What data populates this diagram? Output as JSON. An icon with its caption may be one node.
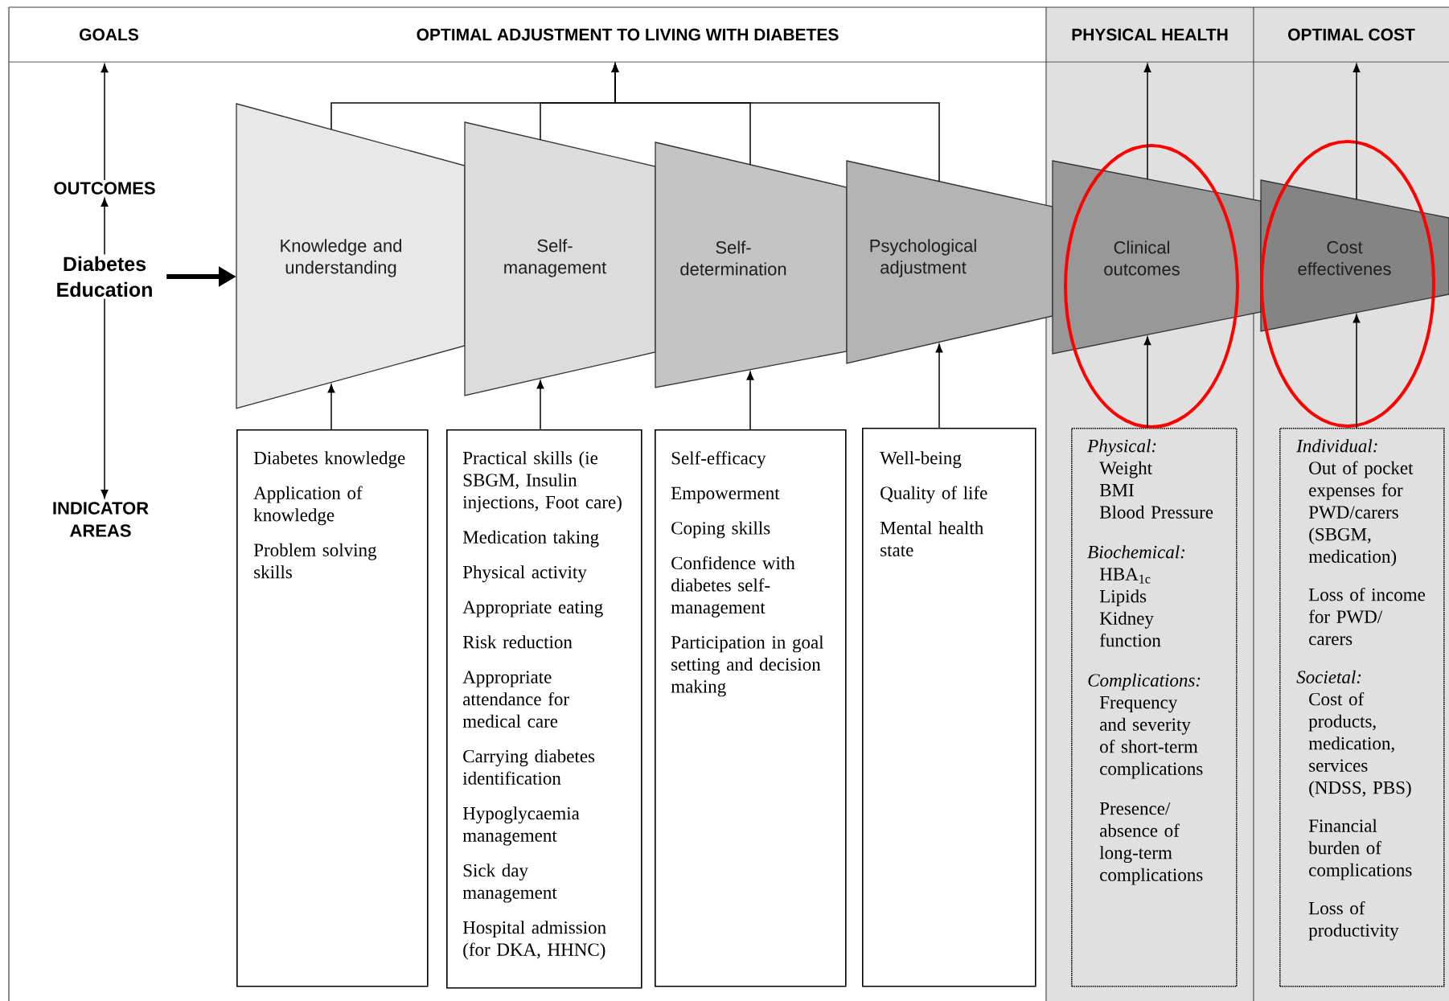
{
  "diagram": {
    "nodes": [
      {
        "text": [
          "GOALS"
        ]
      },
      {
        "text": [
          "OPTIMAL ADJUSTMENT TO LIVING WITH DIABETES"
        ]
      },
      {
        "text": [
          "PHYSICAL HEALTH"
        ]
      },
      {
        "text": [
          "OPTIMAL COST"
        ]
      },
      {
        "text": [
          "OUTCOMES"
        ]
      },
      {
        "text": [
          "Diabetes Education"
        ]
      },
      {
        "text": [
          "INDICATOR AREAS"
        ]
      },
      {
        "text": [
          "Knowledge and understanding"
        ]
      },
      {
        "text": [
          "Self-management"
        ]
      },
      {
        "text": [
          "Self-determination"
        ]
      },
      {
        "text": [
          "Psychological adjustment"
        ]
      },
      {
        "text": [
          "Clinical outcomes"
        ]
      },
      {
        "text": [
          "Cost effectivenes"
        ]
      },
      {
        "text": [
          "Diabetes knowledge",
          "Application of knowledge",
          "Problem solving skills"
        ]
      },
      {
        "text": [
          "Practical skills (ie SBGM, Insulin injections, Foot care)",
          "Medication taking",
          "Physical activity",
          "Appropriate eating",
          "Risk reduction",
          "Appropriate attendance for medical care",
          "Carrying diabetes identification",
          "Hypoglycaemia management",
          "Sick day management",
          "Hospital admission (for DKA, HHNC)"
        ]
      },
      {
        "text": [
          "Self-efficacy",
          "Empowerment",
          "Coping skills",
          "Confidence with diabetes self-management",
          "Participation in goal setting and decision making"
        ]
      },
      {
        "text": [
          "Well-being",
          "Quality of life",
          "Mental health state"
        ]
      },
      {
        "text": [
          "Physical:",
          "Weight",
          "BMI",
          "Blood Pressure",
          "Biochemical:",
          "HBA$_{1c}$",
          "Lipids",
          "Kidney function",
          "Complications:",
          "Frequency and severity of short-term complications",
          "Presence/ absence of long-term complications"
        ]
      },
      {
        "text": [
          "Individual:",
          "Out of pocket expenses for PWD/carers (SBGM, medication)",
          "Loss of income for PWD/ carers",
          "Societal:",
          "Cost of products, medication, services (NDSS, PBS)",
          "Financial burden of complications",
          "Loss of productivity"
        ]
      }
    ],
    "edges": [
      {
        "from": 5,
        "to": 7,
        "arrow": "to",
        "style": "thick"
      },
      {
        "from": 5,
        "to": 4,
        "arrow": "to"
      },
      {
        "from": 4,
        "to": 0,
        "arrow": "to"
      },
      {
        "from": 5,
        "to": 6,
        "arrow": "to"
      },
      {
        "from": 7,
        "to": 1,
        "arrow": "to"
      },
      {
        "from": 8,
        "to": 1,
        "arrow": "to"
      },
      {
        "from": 9,
        "to": 1,
        "arrow": "to"
      },
      {
        "from": 10,
        "to": 1,
        "arrow": "to"
      },
      {
        "from": 11,
        "to": 2,
        "arrow": "to"
      },
      {
        "from": 12,
        "to": 3,
        "arrow": "to"
      },
      {
        "from": 13,
        "to": 7,
        "arrow": "to"
      },
      {
        "from": 14,
        "to": 8,
        "arrow": "to"
      },
      {
        "from": 15,
        "to": 9,
        "arrow": "to"
      },
      {
        "from": 16,
        "to": 10,
        "arrow": "to"
      },
      {
        "from": 17,
        "to": 11,
        "arrow": "to"
      },
      {
        "from": 18,
        "to": 12,
        "arrow": "to"
      }
    ]
  }
}
